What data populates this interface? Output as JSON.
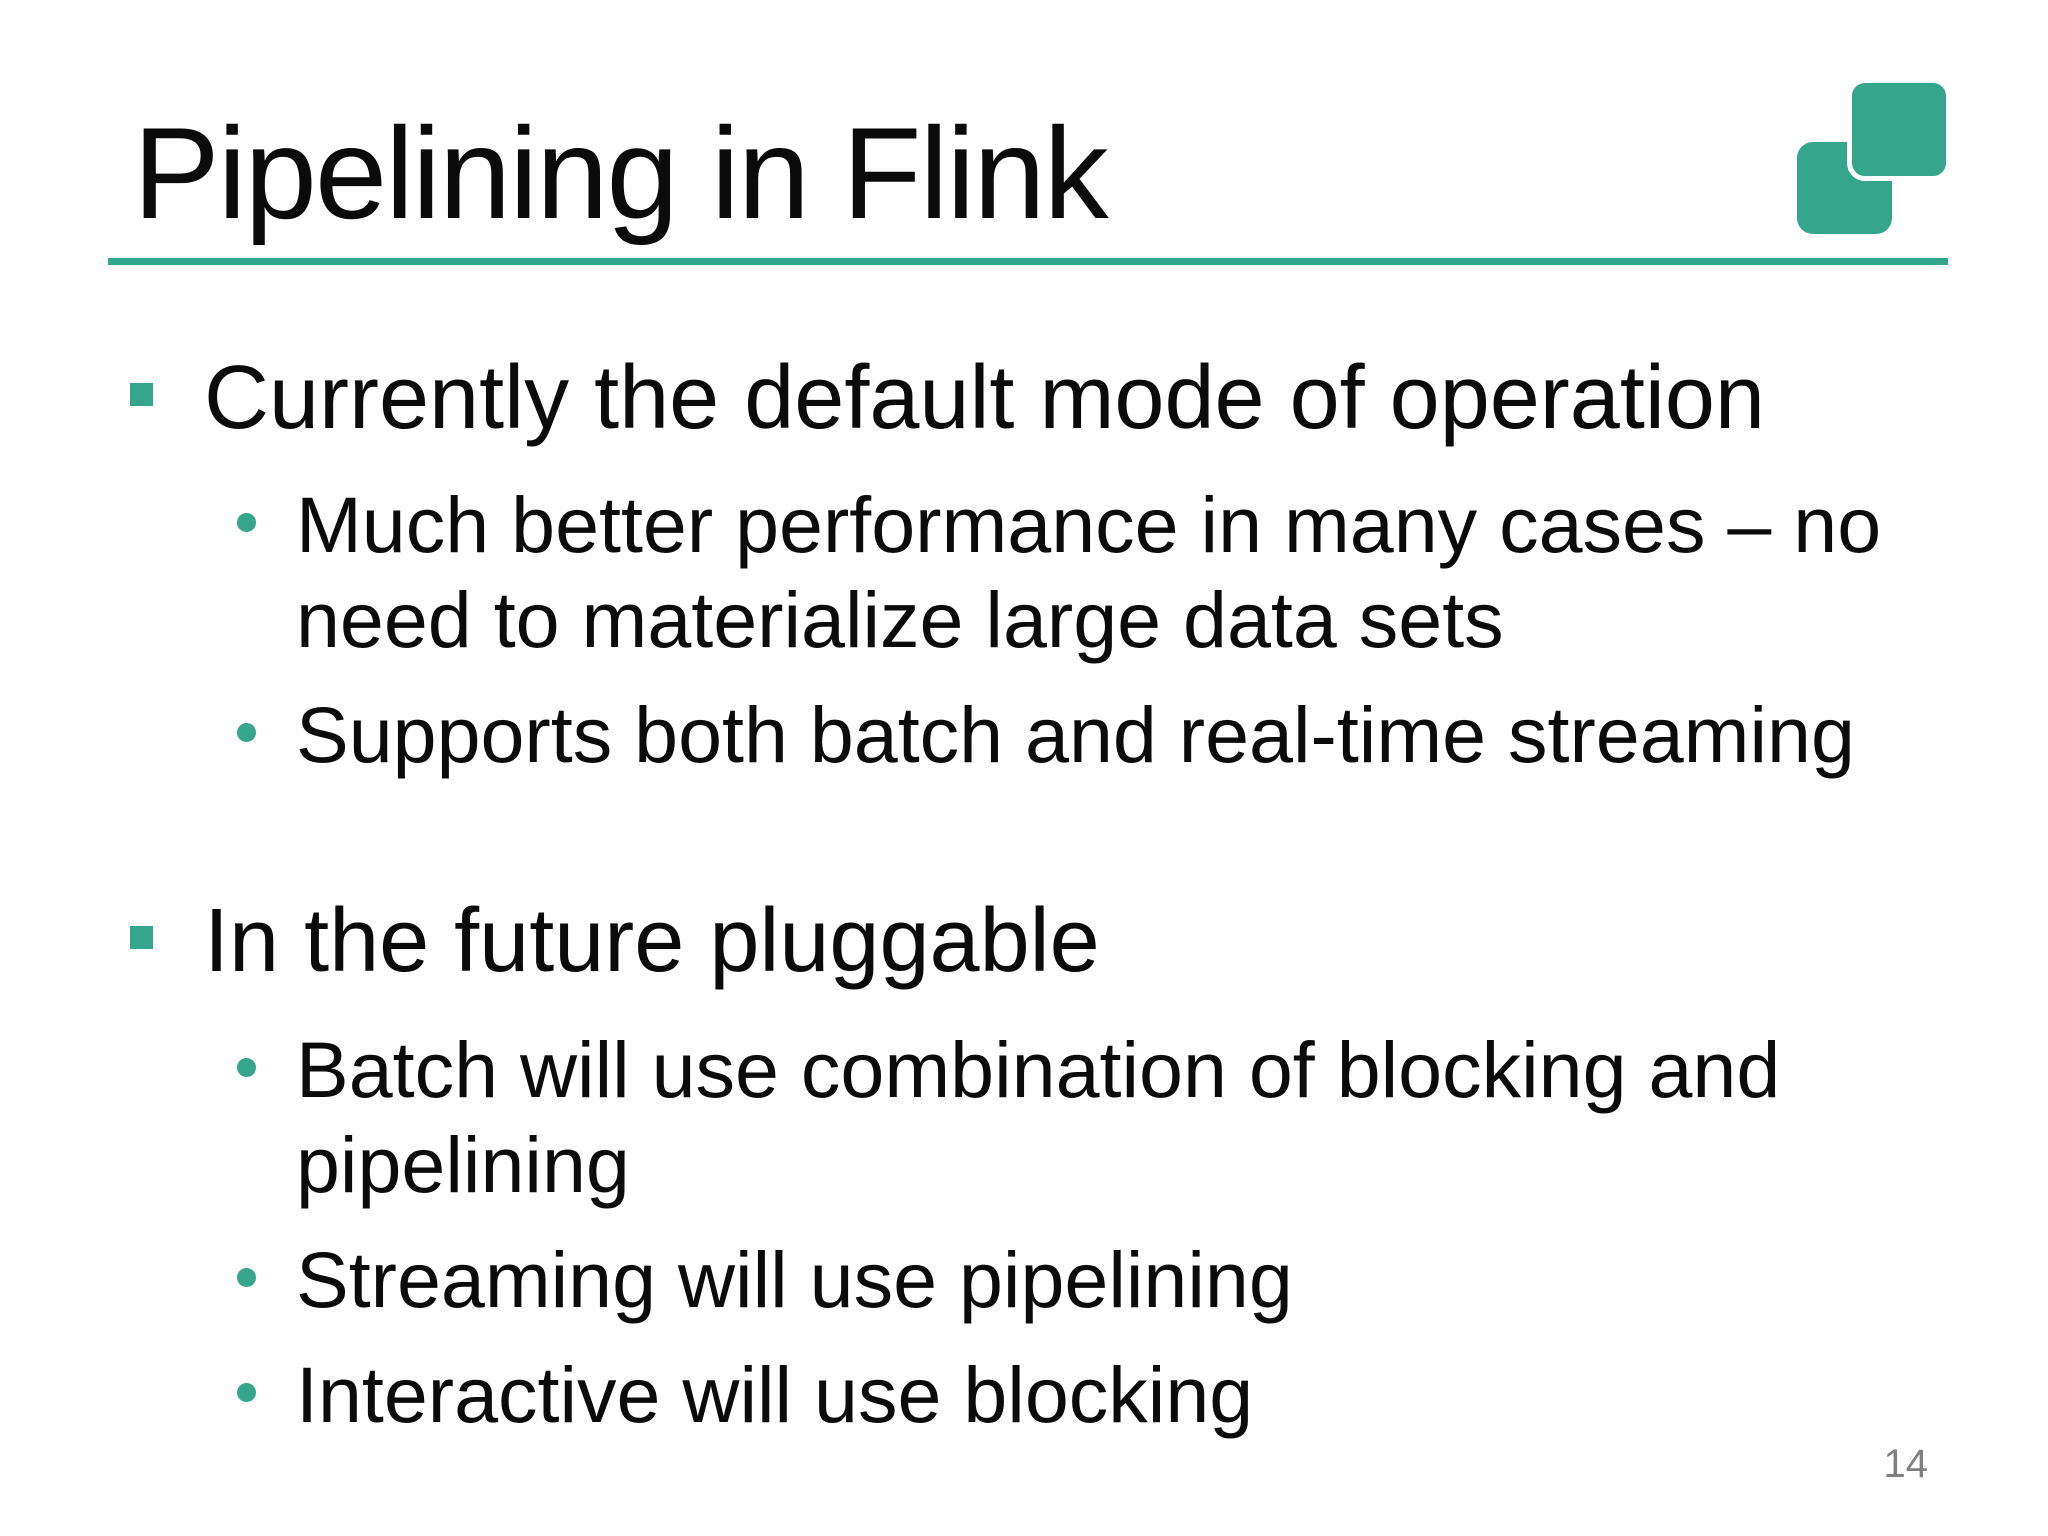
{
  "slide": {
    "title": "Pipelining in Flink",
    "page_number": "14",
    "logo_icon": "two-overlapping-rounded-squares",
    "colors": {
      "accent_teal": "#35a58c",
      "text": "#0b0b0b",
      "page_number_gray": "#7f7f7f",
      "background": "#ffffff"
    },
    "sections": [
      {
        "heading": "Currently the default mode of operation",
        "items": [
          "Much better performance in many cases – no\nneed to materialize large data sets",
          "Supports both batch and real-time streaming"
        ]
      },
      {
        "heading": "In the future pluggable",
        "items": [
          "Batch will use combination of blocking and\npipelining",
          "Streaming will use pipelining",
          "Interactive will use blocking"
        ]
      }
    ]
  }
}
